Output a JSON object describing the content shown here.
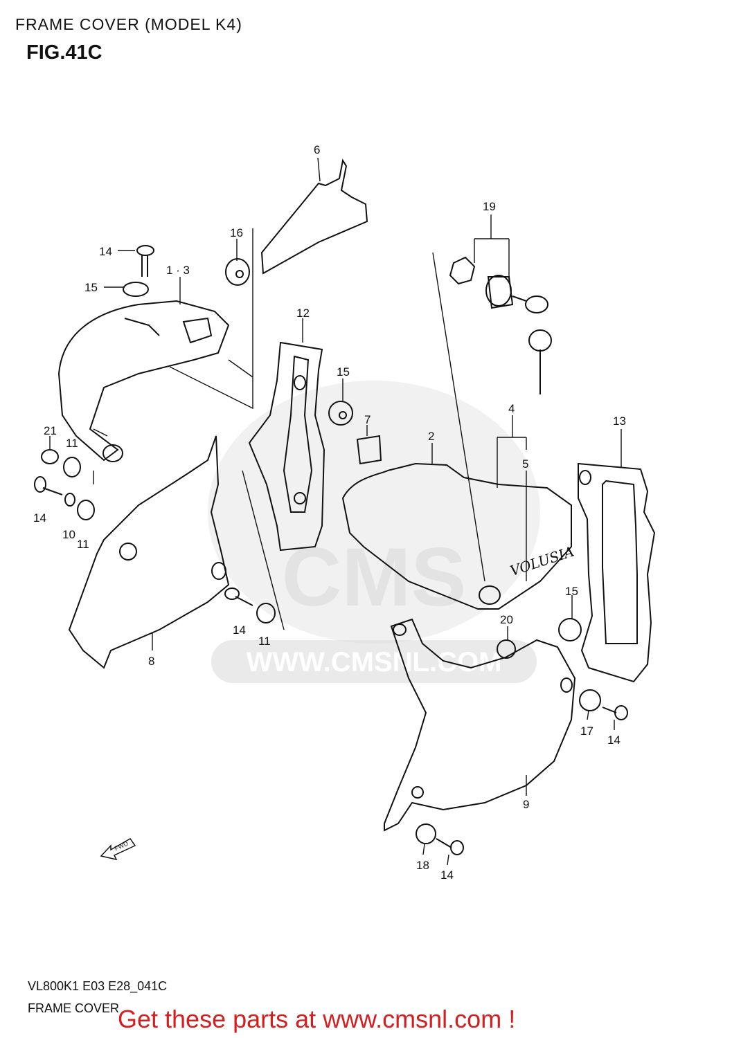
{
  "header": {
    "title": "FRAME COVER (MODEL K4)",
    "figure": "FIG.41C"
  },
  "watermark": {
    "text": "WWW.CMSNL.COM",
    "logo": "CMS"
  },
  "callouts": [
    {
      "id": "c6",
      "label": "6"
    },
    {
      "id": "c19",
      "label": "19"
    },
    {
      "id": "c16",
      "label": "16"
    },
    {
      "id": "c14a",
      "label": "14"
    },
    {
      "id": "c13l",
      "label": "1 · 3"
    },
    {
      "id": "c15a",
      "label": "15"
    },
    {
      "id": "c12",
      "label": "12"
    },
    {
      "id": "c15b",
      "label": "15"
    },
    {
      "id": "c4",
      "label": "4"
    },
    {
      "id": "c13",
      "label": "13"
    },
    {
      "id": "c7",
      "label": "7"
    },
    {
      "id": "c2",
      "label": "2"
    },
    {
      "id": "c5",
      "label": "5"
    },
    {
      "id": "c21",
      "label": "21"
    },
    {
      "id": "c11a",
      "label": "11"
    },
    {
      "id": "c14b",
      "label": "14"
    },
    {
      "id": "c10",
      "label": "10"
    },
    {
      "id": "c11b",
      "label": "11"
    },
    {
      "id": "c15c",
      "label": "15"
    },
    {
      "id": "c20",
      "label": "20"
    },
    {
      "id": "c14c",
      "label": "14"
    },
    {
      "id": "c11c",
      "label": "11"
    },
    {
      "id": "c8",
      "label": "8"
    },
    {
      "id": "c17",
      "label": "17"
    },
    {
      "id": "c14d",
      "label": "14"
    },
    {
      "id": "c9",
      "label": "9"
    },
    {
      "id": "c18",
      "label": "18"
    },
    {
      "id": "c14e",
      "label": "14"
    }
  ],
  "footer": {
    "code": "VL800K1 E03 E28_041C",
    "name": "FRAME COVER",
    "cta": "Get these parts at www.cmsnl.com !"
  },
  "decal_text": "VOLUSIA",
  "arrow_label": "FWD",
  "colors": {
    "cta": "#d21f1f",
    "line": "#111111",
    "watermark": "#d8d8d8"
  }
}
